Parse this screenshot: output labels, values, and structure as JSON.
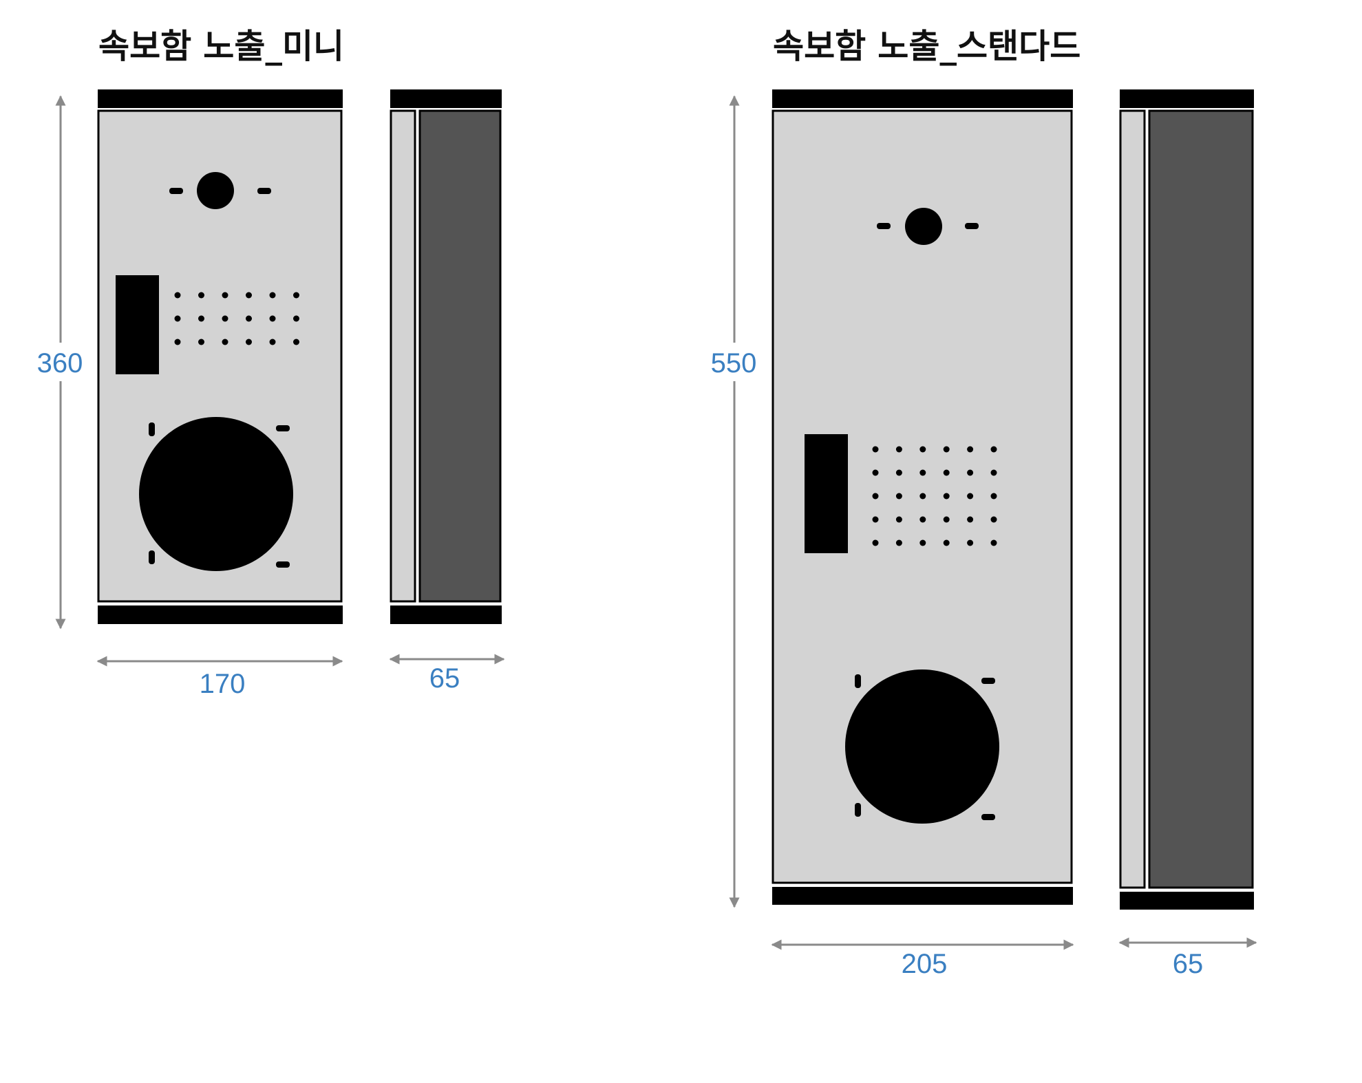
{
  "colors": {
    "plate": "#d3d3d3",
    "dark_side": "#545454",
    "black": "#000000",
    "dimension_line": "#8a8a8a",
    "dimension_text": "#3a7fc1"
  },
  "mini": {
    "title": "속보함 노출_미니",
    "height_label": "360",
    "width_label": "170",
    "depth_label": "65"
  },
  "standard": {
    "title": "속보함 노출_스탠다드",
    "height_label": "550",
    "width_label": "205",
    "depth_label": "65"
  }
}
